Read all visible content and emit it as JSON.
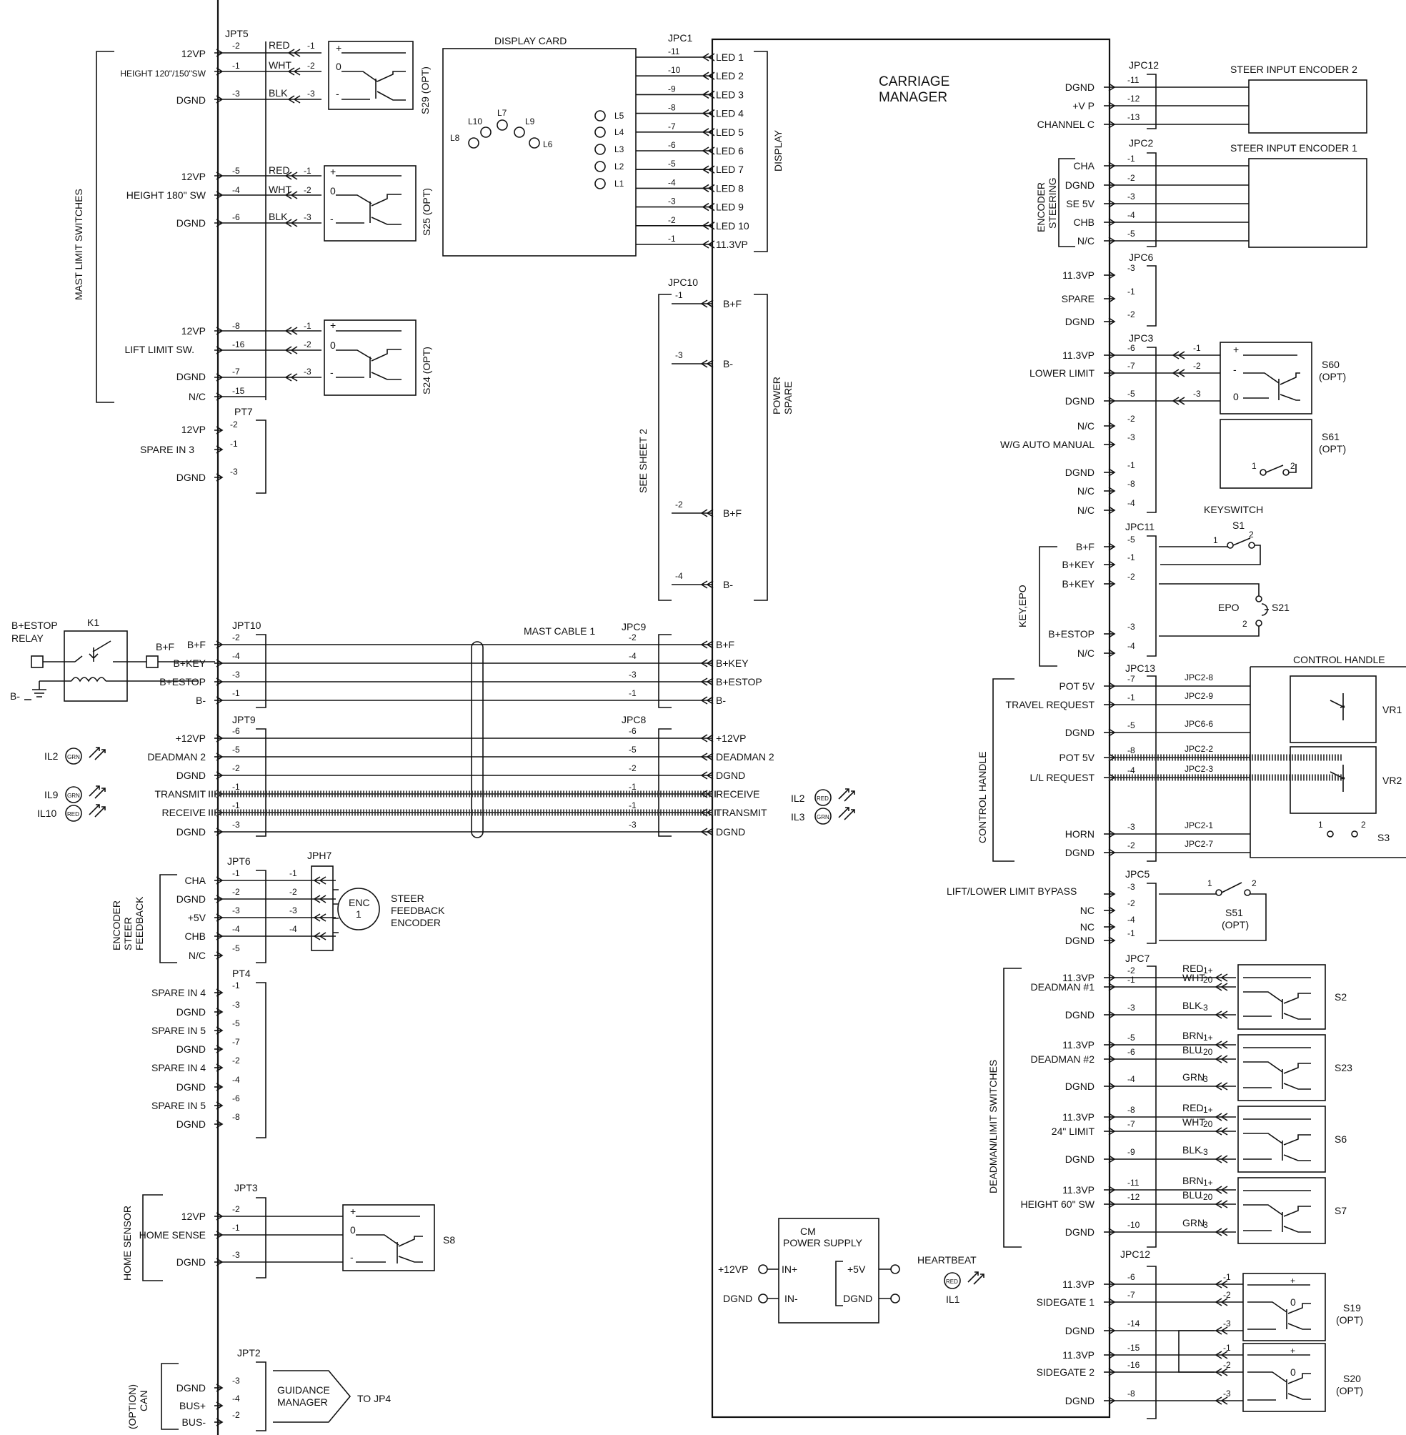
{
  "colors": {
    "ink": "#111111",
    "paper": "#ffffff"
  },
  "titles": {
    "carriage_manager": [
      "CARRIAGE",
      "MANAGER"
    ],
    "display_card": "DISPLAY CARD",
    "display": "DISPLAY",
    "power_spare": [
      "POWER",
      "SPARE"
    ],
    "see_sheet": "SEE SHEET 2",
    "mast_cable": "MAST CABLE 1",
    "control_handle": "CONTROL HANDLE",
    "keyswitch": "KEYSWITCH",
    "steer_enc2": "STEER INPUT ENCODER 2",
    "steer_enc1": "STEER INPUT ENCODER 1",
    "cm_power": [
      "CM",
      "POWER SUPPLY"
    ],
    "heartbeat": "HEARTBEAT",
    "estop_relay": [
      "B+ESTOP",
      "RELAY"
    ],
    "relay_k": "K1",
    "enc_label": [
      "ENC",
      "1"
    ],
    "steer_feedback": [
      "STEER",
      "FEEDBACK",
      "ENCODER"
    ],
    "guidance": [
      "GUIDANCE",
      "MANAGER"
    ],
    "to_jp4": "TO JP4",
    "lift_bypass": "LIFT/LOWER LIMIT BYPASS"
  },
  "groups": {
    "mast_limit": "MAST LIMIT SWITCHES",
    "encoder_steer_fb": [
      "ENCODER",
      "STEER",
      "FEEDBACK"
    ],
    "home_sensor": "HOME SENSOR",
    "option_can": [
      "(OPTION)",
      "CAN"
    ],
    "encoder_steering": [
      "ENCODER",
      "STEERING"
    ],
    "key_epo": "KEY,EPO",
    "control_handle_v": "CONTROL HANDLE",
    "deadman_v": "DEADMAN/LIMIT SWITCHES"
  },
  "connectors": {
    "JPT5": "JPT5",
    "PT7": "PT7",
    "JPT10": "JPT10",
    "JPT9": "JPT9",
    "JPT6": "JPT6",
    "JPH7": "JPH7",
    "PT4": "PT4",
    "JPT3": "JPT3",
    "JPT2": "JPT2",
    "JPC1": "JPC1",
    "JPC10": "JPC10",
    "JPC9": "JPC9",
    "JPC8": "JPC8",
    "JPC12a": "JPC12",
    "JPC2": "JPC2",
    "JPC6": "JPC6",
    "JPC3": "JPC3",
    "JPC11": "JPC11",
    "JPC13": "JPC13",
    "JPC5": "JPC5",
    "JPC7": "JPC7",
    "JPC12b": "JPC12"
  },
  "switches": {
    "S29": "S29 (OPT)",
    "S25": "S25 (OPT)",
    "S24": "S24 (OPT)",
    "S8": "S8",
    "S60": [
      "S60",
      "(OPT)"
    ],
    "S61": [
      "S61",
      "(OPT)"
    ],
    "S1": "S1",
    "S21": "S21",
    "EPO": "EPO",
    "S3": "S3",
    "S51": [
      "S51",
      "(OPT)"
    ],
    "S2": "S2",
    "S23": "S23",
    "S6": "S6",
    "S7": "S7",
    "S19": [
      "S19",
      "(OPT)"
    ],
    "S20": [
      "S20",
      "(OPT)"
    ],
    "VR1": "VR1",
    "VR2": "VR2"
  },
  "left_signals": {
    "jpt5": [
      {
        "label": "12VP",
        "pin": "-2",
        "wire": "RED",
        "out": "-1"
      },
      {
        "label": "HEIGHT 120\"/150\"SW",
        "pin": "-1",
        "wire": "WHT",
        "out": "-2"
      },
      {
        "label": "DGND",
        "pin": "-3",
        "wire": "BLK",
        "out": "-3"
      },
      {
        "label": "12VP",
        "pin": "-5",
        "wire": "RED",
        "out": "-1"
      },
      {
        "label": "HEIGHT 180\" SW",
        "pin": "-4",
        "wire": "WHT",
        "out": "-2"
      },
      {
        "label": "DGND",
        "pin": "-6",
        "wire": "BLK",
        "out": "-3"
      },
      {
        "label": "12VP",
        "pin": "-8",
        "wire": "",
        "out": "-1"
      },
      {
        "label": "LIFT LIMIT SW.",
        "pin": "-16",
        "wire": "",
        "out": "-2"
      },
      {
        "label": "DGND",
        "pin": "-7",
        "wire": "",
        "out": "-3"
      },
      {
        "label": "N/C",
        "pin": "-15",
        "wire": "",
        "out": ""
      }
    ],
    "pt7": [
      {
        "label": "12VP",
        "pin": "-2"
      },
      {
        "label": "SPARE IN 3",
        "pin": "-1"
      },
      {
        "label": "DGND",
        "pin": "-3"
      }
    ],
    "jpt10": [
      {
        "label": "B+F",
        "pin": "-2",
        "cm": "B+F",
        "cpin": "-2"
      },
      {
        "label": "B+KEY",
        "pin": "-4",
        "cm": "B+KEY",
        "cpin": "-4"
      },
      {
        "label": "B+ESTOP",
        "pin": "-3",
        "cm": "B+ESTOP",
        "cpin": "-3"
      },
      {
        "label": "B-",
        "pin": "-1",
        "cm": "B-",
        "cpin": "-1"
      }
    ],
    "jpt9": [
      {
        "label": "+12VP",
        "pin": "-6",
        "cm": "+12VP",
        "cpin": "-6"
      },
      {
        "label": "DEADMAN 2",
        "pin": "-5",
        "cm": "DEADMAN 2",
        "cpin": "-5"
      },
      {
        "label": "DGND",
        "pin": "-2",
        "cm": "DGND",
        "cpin": "-2"
      },
      {
        "label": "TRANSMIT",
        "pin": "-1",
        "cm": "RECEIVE",
        "cpin": "-1"
      },
      {
        "label": "RECEIVE",
        "pin": "-1",
        "cm": "TRANSMIT",
        "cpin": "-1"
      },
      {
        "label": "DGND",
        "pin": "-3",
        "cm": "DGND",
        "cpin": "-3"
      }
    ],
    "jpt6": [
      {
        "label": "CHA",
        "pin": "-1",
        "jph": "-1"
      },
      {
        "label": "DGND",
        "pin": "-2",
        "jph": "-2"
      },
      {
        "label": "+5V",
        "pin": "-3",
        "jph": "-3"
      },
      {
        "label": "CHB",
        "pin": "-4",
        "jph": "-4"
      },
      {
        "label": "N/C",
        "pin": "-5",
        "jph": ""
      }
    ],
    "pt4": [
      {
        "label": "SPARE IN 4",
        "pin": "-1"
      },
      {
        "label": "DGND",
        "pin": "-3"
      },
      {
        "label": "SPARE IN 5",
        "pin": "-5"
      },
      {
        "label": "DGND",
        "pin": "-7"
      },
      {
        "label": "SPARE IN 4",
        "pin": "-2"
      },
      {
        "label": "DGND",
        "pin": "-4"
      },
      {
        "label": "SPARE IN 5",
        "pin": "-6"
      },
      {
        "label": "DGND",
        "pin": "-8"
      }
    ],
    "jpt3": [
      {
        "label": "12VP",
        "pin": "-2"
      },
      {
        "label": "HOME SENSE",
        "pin": "-1"
      },
      {
        "label": "DGND",
        "pin": "-3"
      }
    ],
    "jpt2": [
      {
        "label": "DGND",
        "pin": "-3"
      },
      {
        "label": "BUS+",
        "pin": "-4"
      },
      {
        "label": "BUS-",
        "pin": "-2"
      }
    ]
  },
  "relay_side": {
    "bf": "B+F",
    "bneg": "B-"
  },
  "indicators_left": [
    {
      "id": "IL2",
      "color": "GRN"
    },
    {
      "id": "IL9",
      "color": "GRN"
    },
    {
      "id": "IL10",
      "color": "RED"
    }
  ],
  "indicators_mid": [
    {
      "id": "IL2",
      "color": "RED"
    },
    {
      "id": "IL3",
      "color": "GRN"
    },
    {
      "id": "IL1",
      "color": "RED"
    }
  ],
  "display": {
    "leds_left": [
      "L10",
      "L7",
      "L9",
      "L8",
      "L6"
    ],
    "leds_right": [
      "L5",
      "L4",
      "L3",
      "L2",
      "L1"
    ],
    "pins": [
      {
        "pin": "-11",
        "label": "LED 1"
      },
      {
        "pin": "-10",
        "label": "LED 2"
      },
      {
        "pin": "-9",
        "label": "LED 3"
      },
      {
        "pin": "-8",
        "label": "LED 4"
      },
      {
        "pin": "-7",
        "label": "LED 5"
      },
      {
        "pin": "-6",
        "label": "LED 6"
      },
      {
        "pin": "-5",
        "label": "LED 7"
      },
      {
        "pin": "-4",
        "label": "LED 8"
      },
      {
        "pin": "-3",
        "label": "LED 9"
      },
      {
        "pin": "-2",
        "label": "LED 10"
      },
      {
        "pin": "-1",
        "label": "11.3VP"
      }
    ]
  },
  "jpc10": [
    {
      "pin": "-1",
      "label": "B+F"
    },
    {
      "pin": "-3",
      "label": "B-"
    },
    {
      "pin": "-2",
      "label": "B+F"
    },
    {
      "pin": "-4",
      "label": "B-"
    }
  ],
  "power_supply": {
    "in_pos": "IN+",
    "in_neg": "IN-",
    "out_pos": "+5V",
    "out_neg": "DGND",
    "left_pos": "+12VP",
    "left_neg": "DGND"
  },
  "right_signals": {
    "jpc12a": [
      {
        "label": "DGND",
        "pin": "-11"
      },
      {
        "label": "+V P",
        "pin": "-12"
      },
      {
        "label": "CHANNEL C",
        "pin": "-13"
      }
    ],
    "jpc2": [
      {
        "label": "CHA",
        "pin": "-1"
      },
      {
        "label": "DGND",
        "pin": "-2"
      },
      {
        "label": "SE 5V",
        "pin": "-3"
      },
      {
        "label": "CHB",
        "pin": "-4"
      },
      {
        "label": "N/C",
        "pin": "-5"
      }
    ],
    "jpc6": [
      {
        "label": "11.3VP",
        "pin": "-3"
      },
      {
        "label": "SPARE",
        "pin": "-1"
      },
      {
        "label": "DGND",
        "pin": "-2"
      }
    ],
    "jpc3": [
      {
        "label": "11.3VP",
        "pin": "-6",
        "out": "-1"
      },
      {
        "label": "LOWER LIMIT",
        "pin": "-7",
        "out": "-2"
      },
      {
        "label": "DGND",
        "pin": "-5",
        "out": "-3"
      },
      {
        "label": "N/C",
        "pin": "-2",
        "out": ""
      },
      {
        "label": "W/G AUTO MANUAL",
        "pin": "-3",
        "out": ""
      },
      {
        "label": "DGND",
        "pin": "-1",
        "out": ""
      },
      {
        "label": "N/C",
        "pin": "-8",
        "out": ""
      },
      {
        "label": "N/C",
        "pin": "-4",
        "out": ""
      }
    ],
    "jpc11": [
      {
        "label": "B+F",
        "pin": "-5"
      },
      {
        "label": "B+KEY",
        "pin": "-1"
      },
      {
        "label": "B+KEY",
        "pin": "-2"
      },
      {
        "label": "B+ESTOP",
        "pin": "-3"
      },
      {
        "label": "N/C",
        "pin": "-4"
      }
    ],
    "jpc13": [
      {
        "label": "POT 5V",
        "pin": "-7",
        "wire": "JPC2-8"
      },
      {
        "label": "TRAVEL REQUEST",
        "pin": "-1",
        "wire": "JPC2-9"
      },
      {
        "label": "DGND",
        "pin": "-5",
        "wire": "JPC6-6"
      },
      {
        "label": "POT 5V",
        "pin": "-8",
        "wire": "JPC2-2"
      },
      {
        "label": "L/L REQUEST",
        "pin": "-4",
        "wire": "JPC2-3"
      },
      {
        "label": "HORN",
        "pin": "-3",
        "wire": "JPC2-1"
      },
      {
        "label": "DGND",
        "pin": "-2",
        "wire": "JPC2-7"
      }
    ],
    "jpc5": [
      {
        "label": "",
        "pin": "-3"
      },
      {
        "label": "NC",
        "pin": "-2"
      },
      {
        "label": "NC",
        "pin": "-4"
      },
      {
        "label": "DGND",
        "pin": "-1"
      }
    ],
    "jpc7": [
      {
        "label": "11.3VP",
        "pin": "-2",
        "wire": "RED",
        "out": "-1+"
      },
      {
        "label": "DEADMAN #1",
        "pin": "-1",
        "wire": "WHT",
        "out": "-20"
      },
      {
        "label": "DGND",
        "pin": "-3",
        "wire": "BLK",
        "out": "-3"
      },
      {
        "label": "11.3VP",
        "pin": "-5",
        "wire": "BRN",
        "out": "-1+"
      },
      {
        "label": "DEADMAN #2",
        "pin": "-6",
        "wire": "BLU",
        "out": "-20"
      },
      {
        "label": "DGND",
        "pin": "-4",
        "wire": "GRN",
        "out": "-3"
      },
      {
        "label": "11.3VP",
        "pin": "-8",
        "wire": "RED",
        "out": "-1+"
      },
      {
        "label": "24\" LIMIT",
        "pin": "-7",
        "wire": "WHT",
        "out": "-20"
      },
      {
        "label": "DGND",
        "pin": "-9",
        "wire": "BLK",
        "out": "-3"
      },
      {
        "label": "11.3VP",
        "pin": "-11",
        "wire": "BRN",
        "out": "-1+"
      },
      {
        "label": "HEIGHT 60\" SW",
        "pin": "-12",
        "wire": "BLU",
        "out": "-20"
      },
      {
        "label": "DGND",
        "pin": "-10",
        "wire": "GRN",
        "out": "-3"
      }
    ],
    "jpc12b": [
      {
        "label": "11.3VP",
        "pin": "-6",
        "out": "-1"
      },
      {
        "label": "SIDEGATE 1",
        "pin": "-7",
        "out": "-2"
      },
      {
        "label": "DGND",
        "pin": "-14",
        "out": "-3"
      },
      {
        "label": "11.3VP",
        "pin": "-15",
        "out": "-1"
      },
      {
        "label": "SIDEGATE 2",
        "pin": "-16",
        "out": "-2"
      },
      {
        "label": "DGND",
        "pin": "-8",
        "out": "-3"
      }
    ]
  },
  "switch_marks": {
    "plus": "+",
    "minus": "-",
    "zero": "0",
    "one": "1",
    "two": "2"
  }
}
